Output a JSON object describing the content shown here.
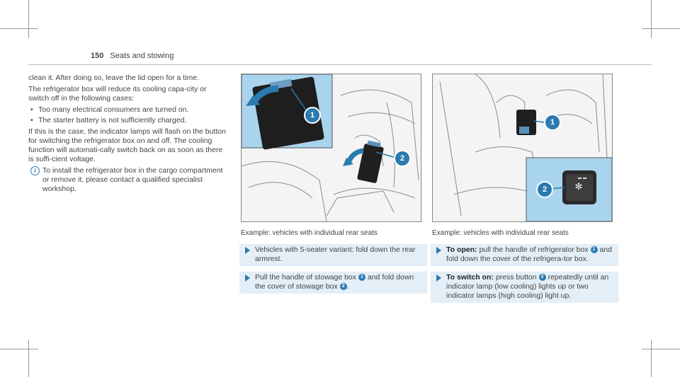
{
  "header": {
    "page_number": "150",
    "section": "Seats and stowing"
  },
  "col1": {
    "p1": "clean it. After doing so, leave the lid open for a time.",
    "p2": "The refrigerator box will reduce its cooling capa-city or switch off in the following cases:",
    "bullets": [
      "Too many electrical consumers are turned on.",
      "The starter battery is not sufficiently charged."
    ],
    "p3": "If this is the case, the indicator lamps will flash on the button for switching the refrigerator box on and off. The cooling function will automati-cally switch back on as soon as there is suffi-cient voltage.",
    "note": "To install the refrigerator box in the cargo compartment or remove it, please contact a qualified specialist workshop."
  },
  "figure1": {
    "caption": "Example: vehicles with individual rear seats",
    "callouts": [
      "1",
      "2"
    ],
    "steps": [
      {
        "text": "Vehicles with 5-seater variant: fold down the rear armrest."
      },
      {
        "pre": "Pull the handle of stowage box",
        "badge": "1",
        "mid": "and fold down the cover of stowage box",
        "badge2": "2",
        "post": "."
      }
    ]
  },
  "figure2": {
    "caption": "Example: vehicles with individual rear seats",
    "callouts": [
      "1",
      "2"
    ],
    "steps": [
      {
        "bold": "To open:",
        "pre": "pull the handle of refrigerator box",
        "badge": "1",
        "post": "and fold down the cover of the refrigera-tor box."
      },
      {
        "bold": "To switch on:",
        "pre": "press button",
        "badge": "2",
        "post": "repeatedly until an indicator lamp (low cooling) lights up or two indicator lamps (high cooling) light up."
      }
    ]
  },
  "colors": {
    "accent": "#2b7ab0",
    "step_bg": "#e3eef6",
    "inset_bg": "#a9d4ee"
  },
  "icons": [
    "info-icon",
    "arrow-right-icon",
    "snowflake-icon"
  ]
}
